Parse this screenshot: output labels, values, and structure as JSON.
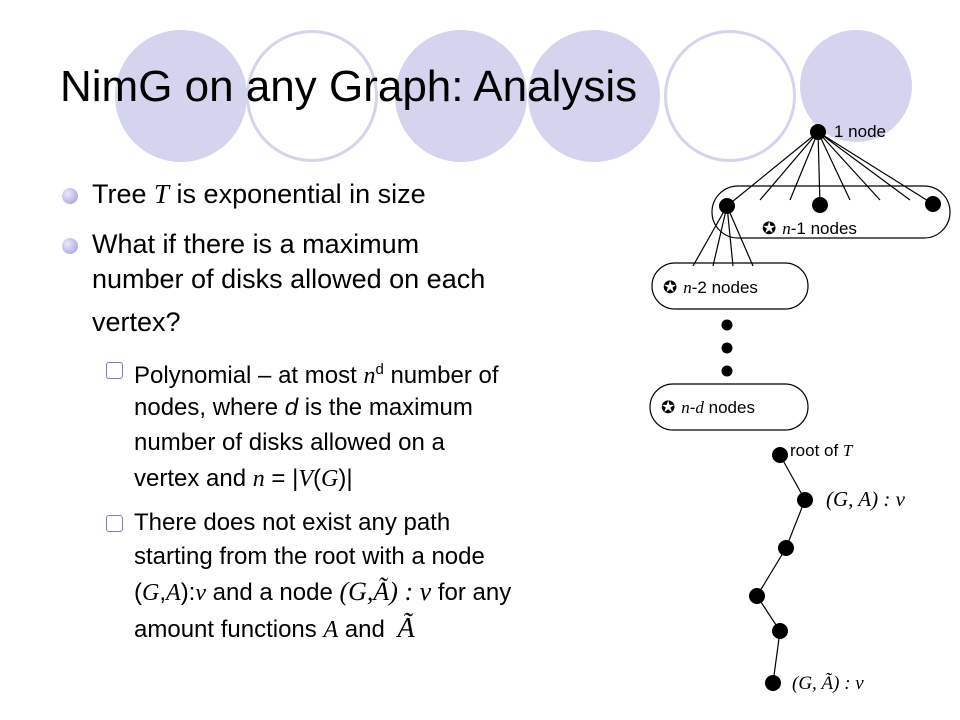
{
  "slide": {
    "title": "NimG on any Graph: Analysis",
    "bullet1": {
      "pre": "Tree ",
      "var": "T",
      "post": " is exponential in size"
    },
    "bullet2": {
      "line1": "What if there is a maximum",
      "line2": "number of disks allowed on each",
      "line3": "vertex?"
    },
    "sub1": {
      "line1_pre": "Polynomial – at most ",
      "n": "n",
      "d": "d",
      "line1_post": " number of",
      "line2_pre": "nodes, where ",
      "line2_d": "d",
      "line2_post": " is the maximum",
      "line3": "number of disks allowed on a",
      "line4_pre": "vertex and ",
      "line4_n": "n",
      "line4_eq": " = |",
      "line4_V": "V",
      "line4_open": "(",
      "line4_G": "G",
      "line4_close": ")|"
    },
    "sub2": {
      "line1": "There does not exist any path",
      "line2": "starting from the root with a node",
      "line3_open": "(",
      "line3_G": "G",
      "line3_comma": ",",
      "line3_A": "A",
      "line3_close": "):",
      "line3_v": "v",
      "line3_mid": " and a node ",
      "line3_formula": "(G,Ã) : v",
      "line3_post": " for any",
      "line4_pre": "amount functions ",
      "line4_A": "A",
      "line4_mid": " and ",
      "line4_tilde": "Ã"
    }
  },
  "diagram": {
    "label_1node": "1 node",
    "label_n1_var": "n",
    "label_n1_rest": "-1 nodes",
    "label_n2_var": "n",
    "label_n2_rest": "-2 nodes",
    "label_nd_var1": "n",
    "label_nd_dash": "-",
    "label_nd_var2": "d",
    "label_nd_rest": " nodes",
    "label_root": "root of ",
    "label_root_var": "T",
    "label_GA": "(G, A) : v",
    "label_GAt": "(G, Ã) : v",
    "node_bullet": "✪"
  },
  "colors": {
    "accent_circle": "#d4d4ee",
    "bullet": "#9a9adc"
  }
}
